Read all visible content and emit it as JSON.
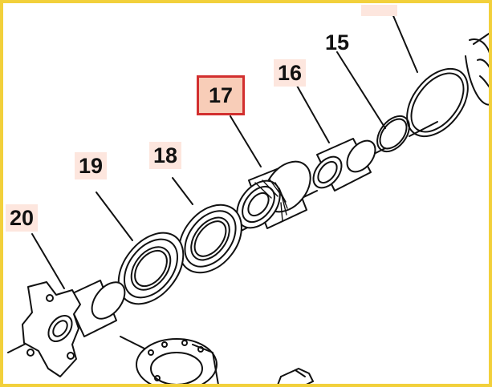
{
  "diagram": {
    "frame_color": "#f2d03b",
    "highlight_border_color": "#d22f2f",
    "highlight_fill_color": "#f8cdb8",
    "label_bg_color": "#fde6de",
    "selected_part": "17",
    "callouts": [
      {
        "id": "15",
        "label": "15"
      },
      {
        "id": "16",
        "label": "16"
      },
      {
        "id": "17",
        "label": "17"
      },
      {
        "id": "18",
        "label": "18"
      },
      {
        "id": "19",
        "label": "19"
      },
      {
        "id": "20",
        "label": "20"
      }
    ]
  }
}
